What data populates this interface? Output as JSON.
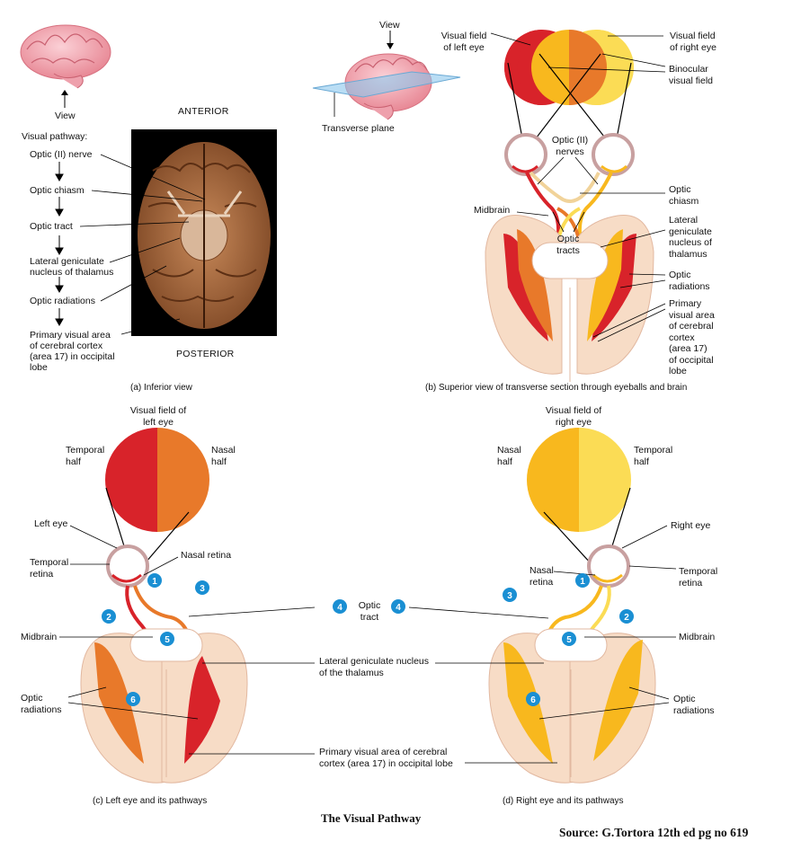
{
  "panel_a": {
    "view": "View",
    "anterior": "ANTERIOR",
    "posterior": "POSTERIOR",
    "pathway_heading": "Visual pathway:",
    "steps": [
      "Optic (II) nerve",
      "Optic chiasm",
      "Optic tract",
      "Lateral geniculate",
      "nucleus of thalamus",
      "Optic radiations",
      "Primary visual area",
      "of cerebral cortex",
      "(area 17) in occipital",
      "lobe"
    ],
    "caption": "(a) Inferior view"
  },
  "panel_b": {
    "view": "View",
    "transverse_plane": "Transverse plane",
    "vf_left": [
      "Visual field",
      "of left eye"
    ],
    "vf_right": [
      "Visual field",
      "of right eye"
    ],
    "binocular": [
      "Binocular",
      "visual field"
    ],
    "optic_nerves": [
      "Optic (II)",
      "nerves"
    ],
    "optic_chiasm": [
      "Optic",
      "chiasm"
    ],
    "midbrain": "Midbrain",
    "optic_tracts": [
      "Optic",
      "tracts"
    ],
    "lgn": [
      "Lateral",
      "geniculate",
      "nucleus of",
      "thalamus"
    ],
    "optic_radiations": [
      "Optic",
      "radiations"
    ],
    "primary_area": [
      "Primary",
      "visual area",
      "of cerebral",
      "cortex",
      "(area 17)",
      "of occipital",
      "lobe"
    ],
    "caption": "(b) Superior view of transverse section through eyeballs and brain"
  },
  "panel_c": {
    "vf_title": [
      "Visual field of",
      "left eye"
    ],
    "temporal_half": [
      "Temporal",
      "half"
    ],
    "nasal_half": [
      "Nasal",
      "half"
    ],
    "left_eye": "Left eye",
    "temporal_retina": [
      "Temporal",
      "retina"
    ],
    "nasal_retina": "Nasal retina",
    "midbrain": "Midbrain",
    "optic_radiations": [
      "Optic",
      "radiations"
    ],
    "caption": "(c) Left eye and its pathways"
  },
  "center": {
    "optic_tract": [
      "Optic",
      "tract"
    ],
    "lgn": [
      "Lateral geniculate nucleus",
      "of the thalamus"
    ],
    "primary_area": [
      "Primary visual area of cerebral",
      "cortex (area 17) in occipital lobe"
    ]
  },
  "panel_d": {
    "vf_title": [
      "Visual field of",
      "right eye"
    ],
    "nasal_half": [
      "Nasal",
      "half"
    ],
    "temporal_half": [
      "Temporal",
      "half"
    ],
    "right_eye": "Right eye",
    "nasal_retina": [
      "Nasal",
      "retina"
    ],
    "temporal_retina": [
      "Temporal",
      "retina"
    ],
    "midbrain": "Midbrain",
    "optic_radiations": [
      "Optic",
      "radiations"
    ],
    "caption": "(d) Right eye and its pathways"
  },
  "badges": [
    "1",
    "2",
    "3",
    "4",
    "5",
    "6"
  ],
  "title": "The Visual Pathway",
  "source": "Source: G.Tortora 12th ed pg no 619",
  "colors": {
    "left_temporal": "#d8232a",
    "left_nasal": "#e8792a",
    "right_nasal": "#f8b81e",
    "right_temporal": "#fbdc55",
    "badge": "#1a8fd3",
    "brain_tissue": "#f7dcc6",
    "brain_pink": "#f2a6b0"
  }
}
